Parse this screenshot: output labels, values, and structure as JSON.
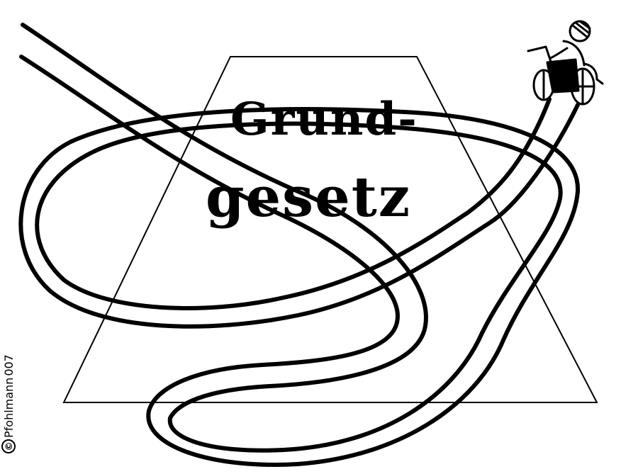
{
  "cartoon": {
    "title_line_1": "Grund-",
    "title_line_2": "gesetz",
    "signature": {
      "copyright_symbol": "©",
      "author": "Pfohlmann",
      "year": "007"
    },
    "colors": {
      "ink": "#000000",
      "paper": "#ffffff"
    }
  }
}
